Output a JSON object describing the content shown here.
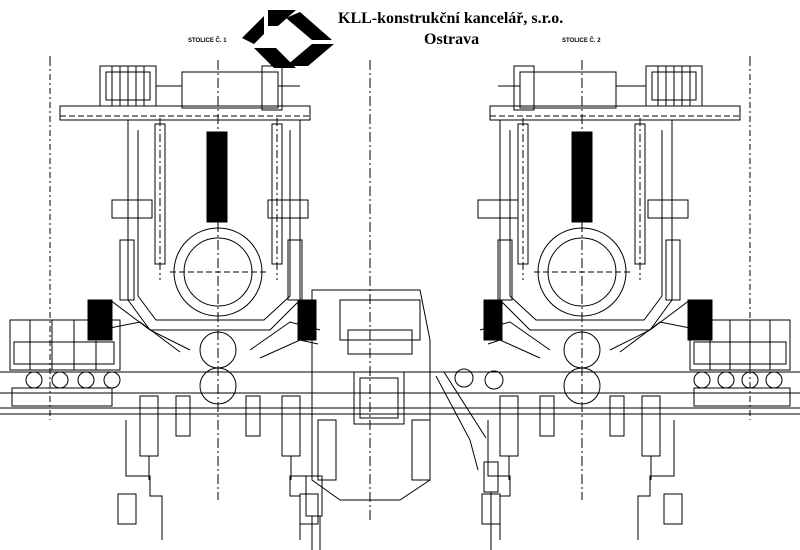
{
  "header": {
    "company": "KLL-konstrukční kancelář, s.r.o.",
    "city": "Ostrava"
  },
  "stands": [
    {
      "label": "STOLICE Č. 1"
    },
    {
      "label": "STOLICE Č. 2"
    }
  ],
  "colors": {
    "line": "#000000",
    "background": "#ffffff"
  },
  "icons": {
    "logo": "kll-logo-icon"
  }
}
